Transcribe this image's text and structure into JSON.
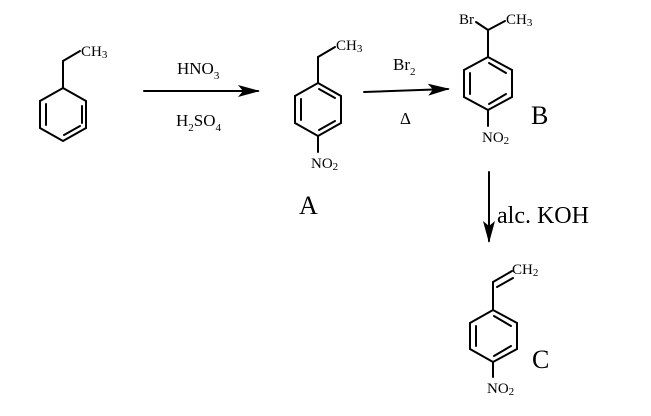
{
  "reactant": {
    "substituent": "CH",
    "substituent_sub": "3"
  },
  "step1": {
    "reagent_top": "HNO",
    "reagent_top_sub": "3",
    "reagent_bottom_a": "H",
    "reagent_bottom_sub1": "2",
    "reagent_bottom_b": "SO",
    "reagent_bottom_sub2": "4"
  },
  "compound_a": {
    "label": "A",
    "top_group": "CH",
    "top_group_sub": "3",
    "bottom_group": "NO",
    "bottom_group_sub": "2"
  },
  "step2": {
    "reagent_top": "Br",
    "reagent_top_sub": "2",
    "reagent_bottom": "Δ"
  },
  "compound_b": {
    "label": "B",
    "left_group": "Br",
    "right_group": "CH",
    "right_group_sub": "3",
    "bottom_group": "NO",
    "bottom_group_sub": "2"
  },
  "step3": {
    "reagent": "alc. KOH"
  },
  "compound_c": {
    "label": "C",
    "top_group": "CH",
    "top_group_sub": "2",
    "bottom_group": "NO",
    "bottom_group_sub": "2"
  }
}
